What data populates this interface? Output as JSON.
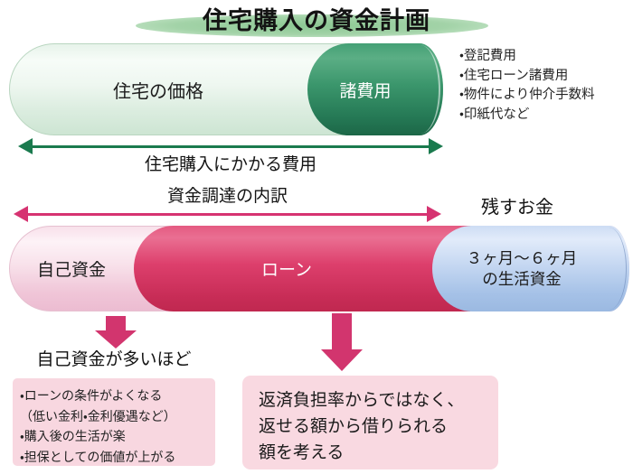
{
  "title": "住宅購入の資金計画",
  "cost_bar": {
    "price_label": "住宅の価格",
    "fees_label": "諸費用",
    "arrow_label": "住宅購入にかかる費用",
    "fee_notes": [
      "・登記費用",
      "・住宅ローン諸費用",
      "・物件により仲介手数料",
      "・印紙代など"
    ]
  },
  "funding_bar": {
    "arrow_label": "資金調達の内訳",
    "reserve_label": "残すお金",
    "self_funds_label": "自己資金",
    "loan_label": "ローン",
    "living_funds_line1": "３ヶ月～６ヶ月",
    "living_funds_line2": "の生活資金"
  },
  "notes": {
    "self_funds_heading": "自己資金が多いほど",
    "self_funds_points": [
      "・ローンの条件がよくなる",
      "（低い金利・金利優遇など）",
      "・購入後の生活が楽",
      "・担保としての価値が上がる"
    ],
    "loan_note_lines": [
      "返済負担率からではなく、",
      "返せる額から借りられる",
      "額を考える"
    ]
  },
  "colors": {
    "title_ellipse_green": "#9ccf9f",
    "house_price_fill": "#e8f4ec",
    "fees_fill": "#2f8f66",
    "total_cost_arrow": "#1a7a4e",
    "funding_arrow": "#d63371",
    "self_funds_fill": "#f8e0ea",
    "loan_fill": "#d93865",
    "living_funds_fill": "#bcd2ee",
    "note_box_fill": "#f8d7e0",
    "down_arrow": "#d2356e"
  }
}
